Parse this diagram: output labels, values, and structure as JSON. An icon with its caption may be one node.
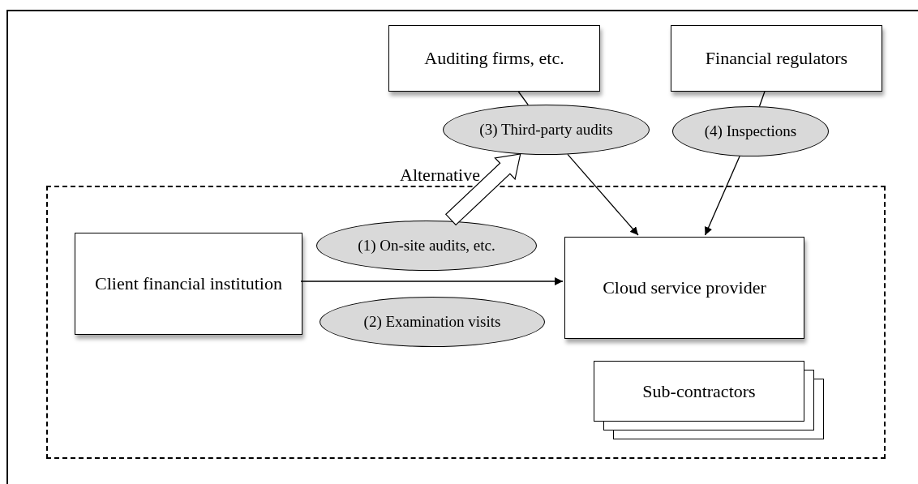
{
  "diagram": {
    "nodes": [
      {
        "text": [
          "Alternative"
        ]
      },
      {
        "text": [
          "Auditing firms, etc."
        ]
      },
      {
        "text": [
          "Financial regulators"
        ]
      },
      {
        "text": [
          "(3) Third-party audits"
        ]
      },
      {
        "text": [
          "(4) Inspections"
        ]
      },
      {
        "text": [
          "Client financial institution"
        ],
        "in": 0
      },
      {
        "text": [
          "(1) On-site audits, etc."
        ],
        "in": 0
      },
      {
        "text": [
          "(2) Examination visits"
        ],
        "in": 0
      },
      {
        "text": [
          "Cloud service provider"
        ],
        "in": 0
      },
      {
        "text": [
          "Sub-contractors"
        ],
        "in": 0
      }
    ],
    "edges": [
      {
        "from": 1,
        "to": 3,
        "arrow": "none"
      },
      {
        "from": 2,
        "to": 4,
        "arrow": "none"
      },
      {
        "from": 3,
        "to": 8,
        "arrow": "to"
      },
      {
        "from": 4,
        "to": 8,
        "arrow": "to"
      },
      {
        "from": 5,
        "to": 8,
        "arrow": "to"
      },
      {
        "from": 6,
        "to": 3,
        "arrow": "to",
        "style": "thick"
      }
    ]
  }
}
